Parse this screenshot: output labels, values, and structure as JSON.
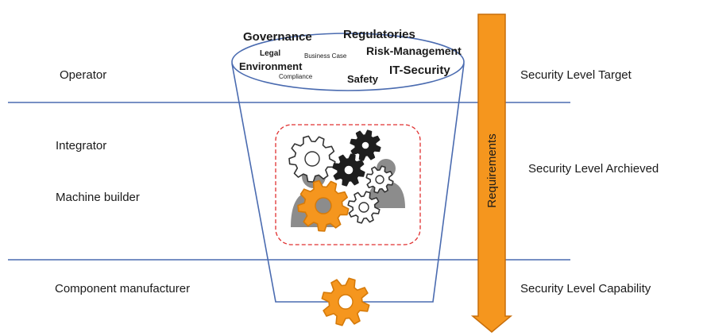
{
  "left_labels": {
    "operator": "Operator",
    "integrator": "Integrator",
    "machine_builder": "Machine builder",
    "component_manufacturer": "Component manufacturer"
  },
  "right_labels": {
    "target": "Security Level Target",
    "achieved": "Security Level Archieved",
    "capability": "Security Level Capability"
  },
  "arrow_label": "Requirements",
  "cloud_terms": {
    "governance": "Governance",
    "regulatories": "Regulatories",
    "legal": "Legal",
    "business_case": "Business Case",
    "risk_management": "Risk-Management",
    "environment": "Environment",
    "compliance": "Compliance",
    "safety": "Safety",
    "it_security": "IT-Security"
  },
  "colors": {
    "line": "#4a6bb0",
    "arrow": "#f5961e",
    "arrow_border": "#c86e0a",
    "gear_orange": "#f5961e",
    "gear_dark": "#1e1e1e",
    "gear_gray": "#8c8c8c",
    "dashed_box": "#e03030"
  }
}
